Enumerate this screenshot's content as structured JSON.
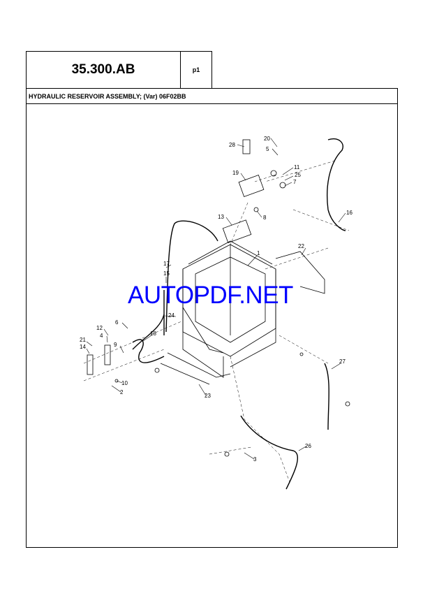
{
  "header": {
    "section_code": "35.300.AB",
    "page_label": "p1",
    "caption": "HYDRAULIC RESERVOIR ASSEMBLY; (Var) 06F02BB"
  },
  "watermark": "AUTOPDF.NET",
  "callouts": [
    "28",
    "20",
    "5",
    "11",
    "19",
    "25",
    "7",
    "8",
    "13",
    "16",
    "1",
    "22",
    "17",
    "15",
    "24",
    "6",
    "18",
    "12",
    "4",
    "21",
    "14",
    "9",
    "10",
    "2",
    "23",
    "27",
    "26",
    "3"
  ]
}
